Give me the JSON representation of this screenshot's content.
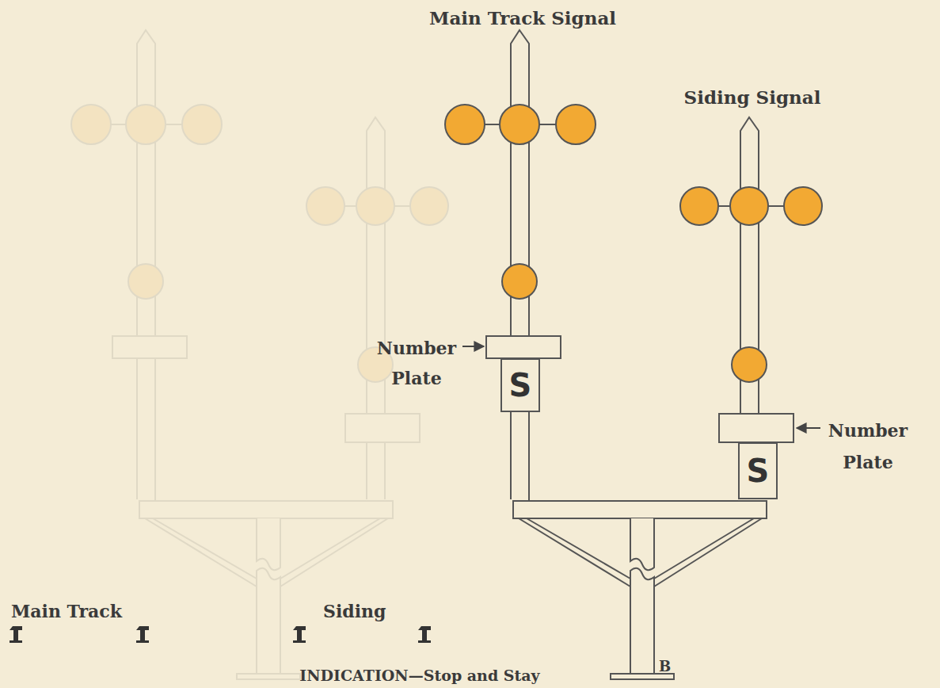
{
  "diagram": {
    "caption": "INDICATION—Stop and Stay",
    "nodes": [
      {
        "text": [
          "S"
        ]
      },
      {
        "text": [
          "S"
        ]
      }
    ],
    "edges": [],
    "labels": [
      "Main Track Signal",
      "Siding Signal",
      "Number Plate",
      "Number Plate",
      "Main Track",
      "Siding",
      "B"
    ]
  }
}
